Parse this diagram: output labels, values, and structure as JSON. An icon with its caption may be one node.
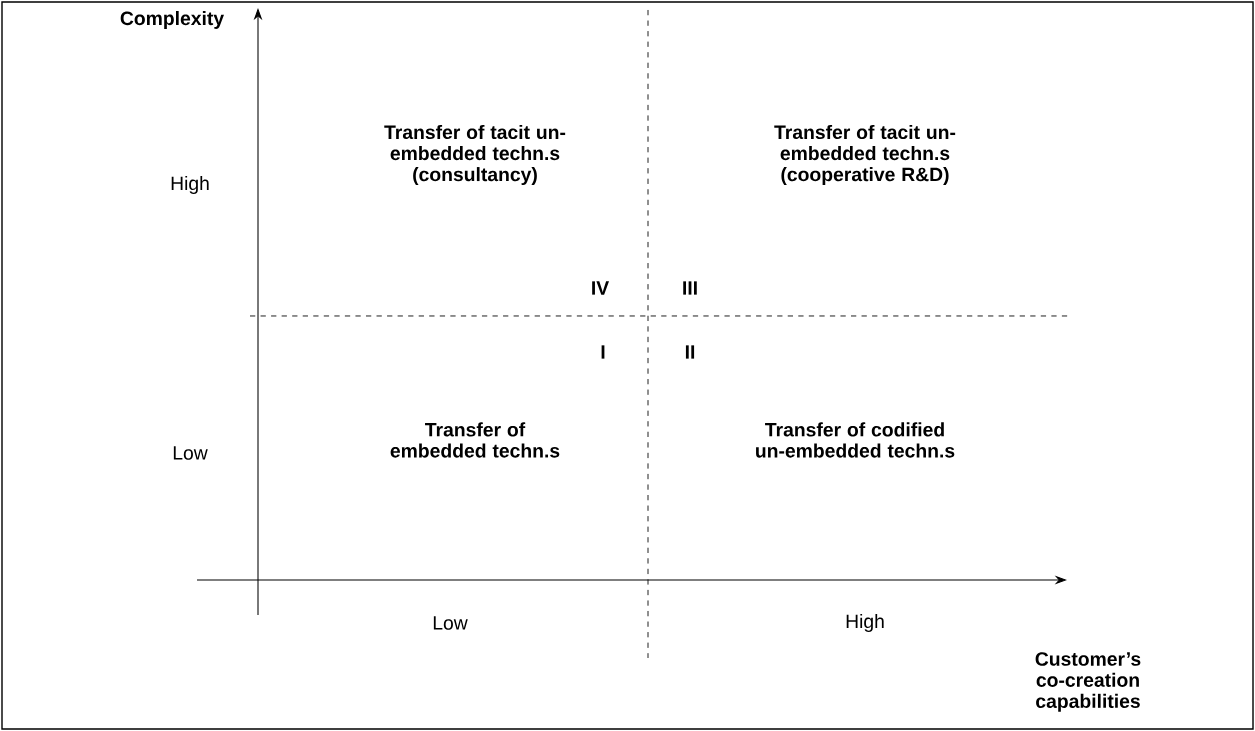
{
  "diagram": {
    "labels": [
      "Complexity",
      "Transfer of tacit un-embedded techn.s (consultancy)",
      "Transfer of tacit un-embedded techn.s (cooperative R&D)",
      "High",
      "IV",
      "III",
      "I",
      "II",
      "Low",
      "Transfer of embedded techn.s",
      "Transfer of codified un-embedded techn.s",
      "Low",
      "High",
      "Customer’s co-creation capabilities"
    ]
  }
}
